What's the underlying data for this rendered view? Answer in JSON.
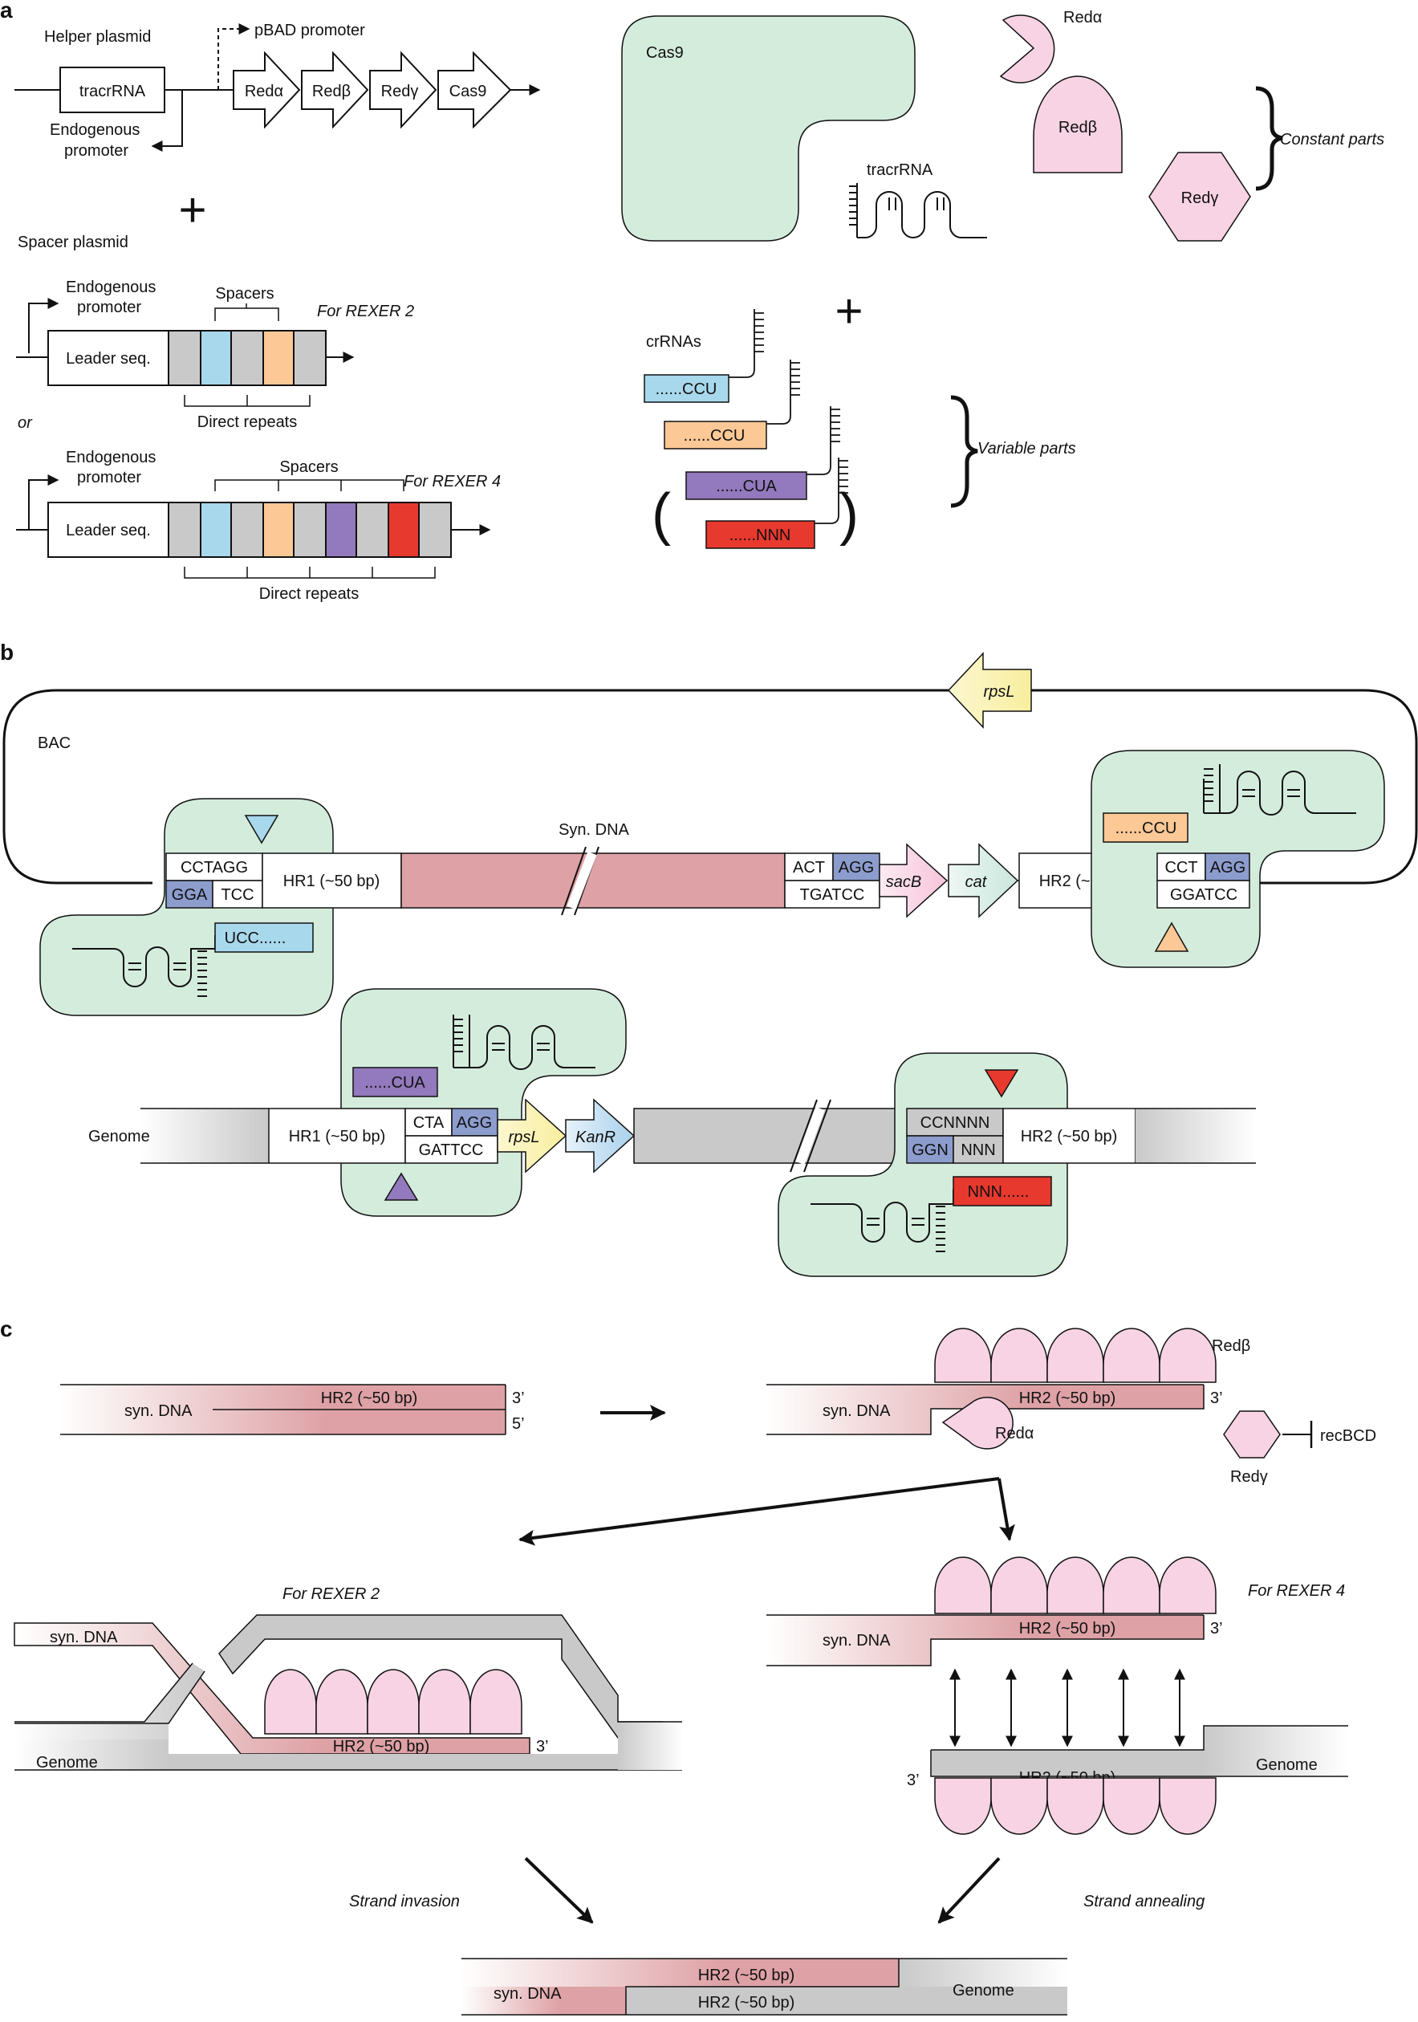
{
  "panel_a": {
    "label": "a",
    "helper_plasmid": "Helper plasmid",
    "tracrrna_box": "tracrRNA",
    "pbad_promoter": "pBAD promoter",
    "endogenous_promoter_1": "Endogenous",
    "endogenous_promoter_2": "promoter",
    "genes": [
      "Redα",
      "Redβ",
      "Redγ",
      "Cas9"
    ],
    "plus": "+",
    "spacer_plasmid": "Spacer plasmid",
    "spacers": "Spacers",
    "for_rexer2": "For REXER 2",
    "for_rexer4": "For REXER 4",
    "leader_seq": "Leader seq.",
    "direct_repeats": "Direct repeats",
    "or": "or",
    "cas9": "Cas9",
    "tracrrna": "tracrRNA",
    "red_alpha": "Redα",
    "red_beta": "Redβ",
    "red_gamma": "Redγ",
    "constant_parts": "Constant parts",
    "variable_parts": "Variable parts",
    "crrnas": "crRNAs",
    "crrna_list": [
      "......CCU",
      "......CCU",
      "......CUA",
      "......NNN"
    ],
    "paren_open": "(",
    "paren_close": ")"
  },
  "panel_b": {
    "label": "b",
    "bac": "BAC",
    "rpsl": "rpsL",
    "syn_dna": "Syn. DNA",
    "hr1": "HR1 (~50 bp)",
    "hr2": "HR2 (~50 bp)",
    "cctagg": "CCTAGG",
    "gga": "GGA",
    "tcc": "TCC",
    "ucc": "UCC......",
    "act": "ACT",
    "agg": "AGG",
    "tgatcc": "TGATCC",
    "sacb": "sacB",
    "cat": "cat",
    "cct": "CCT",
    "ggatcc": "GGATCC",
    "ccu": "......CCU",
    "genome": "Genome",
    "cua": "......CUA",
    "cta": "CTA",
    "gattcc": "GATTCC",
    "kanr": "KanR",
    "ccnnnn": "CCNNNN",
    "ggn": "GGN",
    "nnn": "NNN",
    "nnn_crrna": "NNN......"
  },
  "panel_c": {
    "label": "c",
    "syn_dna": "syn. DNA",
    "hr2": "HR2 (~50 bp)",
    "three_prime": "3’",
    "five_prime": "5’",
    "red_beta": "Redβ",
    "red_alpha": "Redα",
    "red_gamma": "Redγ",
    "recbcd": "recBCD",
    "for_rexer2": "For REXER 2",
    "for_rexer4": "For REXER 4",
    "genome": "Genome",
    "strand_invasion": "Strand invasion",
    "strand_annealing": "Strand annealing"
  },
  "colors": {
    "green": "#d4ecdc",
    "pink": "#f8d3e3",
    "synpink": "#dea1a5",
    "blue": "#a8d8ec",
    "orange": "#fbc896",
    "purple": "#9379bd",
    "red": "#e8392f",
    "navy": "#8c9ccd",
    "gray": "#c9c9c9",
    "yellow": "#fcf5c2",
    "mint": "#d8eeea",
    "lightblue": "#cfe6f4"
  }
}
